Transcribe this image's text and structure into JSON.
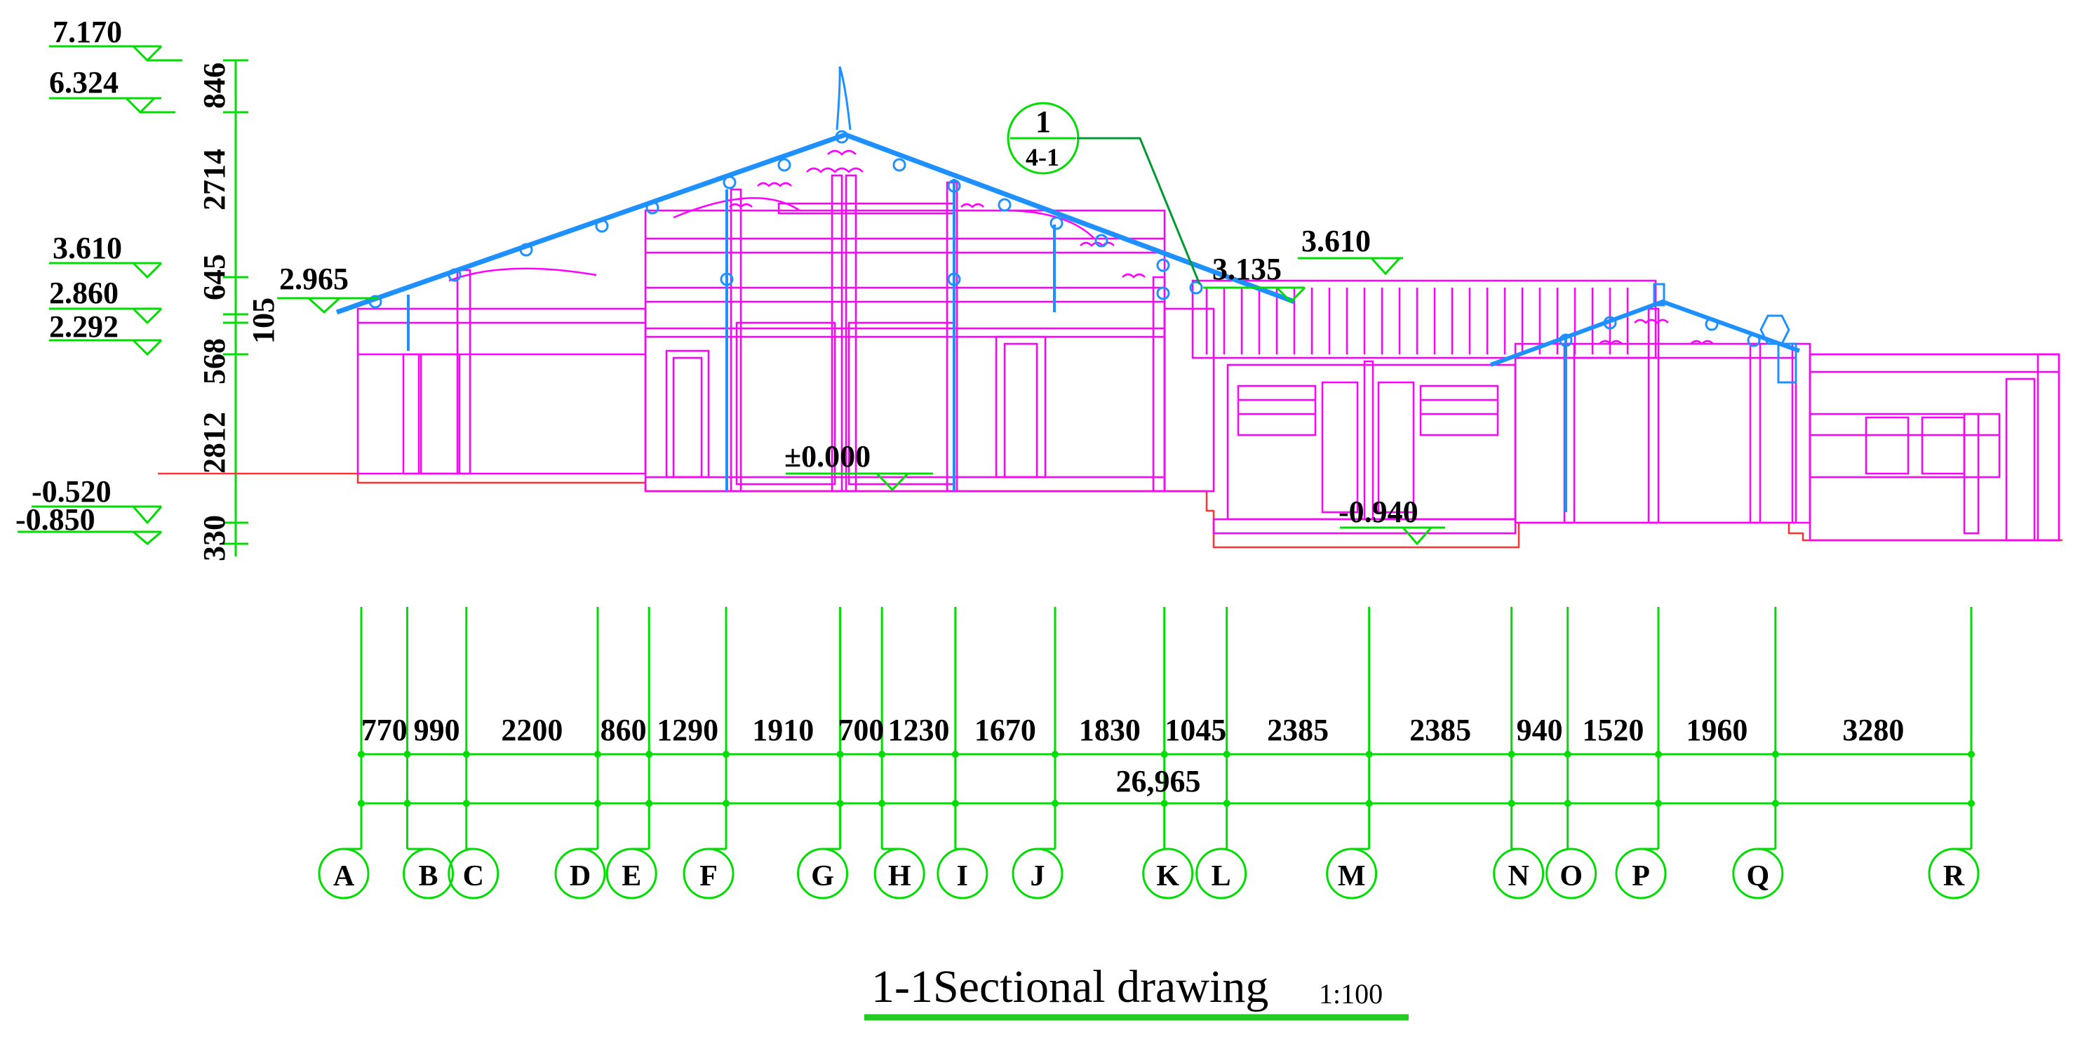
{
  "title": "1-1Sectional drawing",
  "scale": "1:100",
  "colors": {
    "dimension": "#00dd00",
    "structure": "#ff00ff",
    "roof": "#1e90ff",
    "ground": "#ff3333"
  },
  "left_levels": [
    "7.170",
    "6.324",
    "3.610",
    "2.860",
    "2.292",
    "-0.520",
    "-0.850"
  ],
  "left_dims": [
    "846",
    "2714",
    "645",
    "105",
    "568",
    "2812",
    "330"
  ],
  "inline_levels": [
    "2.965",
    "3.135",
    "3.610",
    "±0.000",
    "-0.940"
  ],
  "callout": {
    "top": "1",
    "bottom": "4-1"
  },
  "axes": [
    "A",
    "B",
    "C",
    "D",
    "E",
    "F",
    "G",
    "H",
    "I",
    "J",
    "K",
    "L",
    "M",
    "N",
    "O",
    "P",
    "Q",
    "R"
  ],
  "spacings": [
    "770",
    "990",
    "2200",
    "860",
    "1290",
    "1910",
    "700",
    "1230",
    "1670",
    "1830",
    "1045",
    "2385",
    "2385",
    "940",
    "1520",
    "1960",
    "3280"
  ],
  "total": "26,965"
}
